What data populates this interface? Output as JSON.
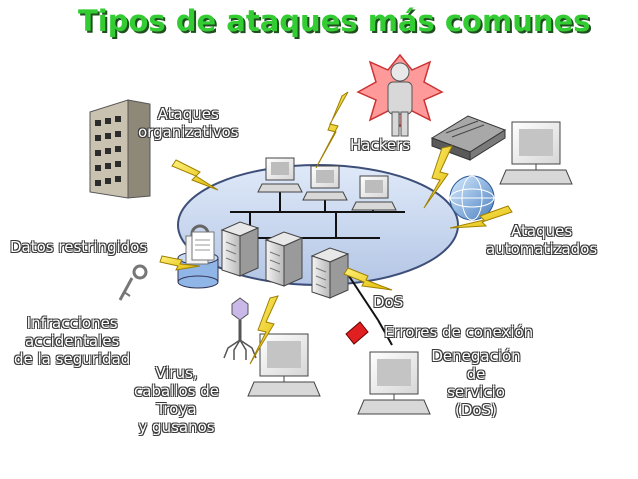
{
  "title": "Tipos de ataques más comunes",
  "labels": {
    "organizational": [
      "Ataques",
      "organizativos"
    ],
    "hackers": "Hackers",
    "restricted": "Datos restringidos",
    "automated": [
      "Ataques",
      "automatizados"
    ],
    "infractions": [
      "Infracciones",
      "accidentales",
      "de la seguridad"
    ],
    "virus": [
      "Virus,",
      "caballos de",
      "Troya",
      "y gusanos"
    ],
    "dos": "DoS",
    "connection_errors": "Errores de conexión",
    "denial": [
      "Denegación",
      "de",
      "servicio",
      "(DoS)"
    ]
  },
  "colors": {
    "title": "#33cc33",
    "lightning": "#f2d600",
    "network_oval": "#c8d8f0",
    "hacker_burst": "#ff8080",
    "error_marker": "#e02020"
  }
}
